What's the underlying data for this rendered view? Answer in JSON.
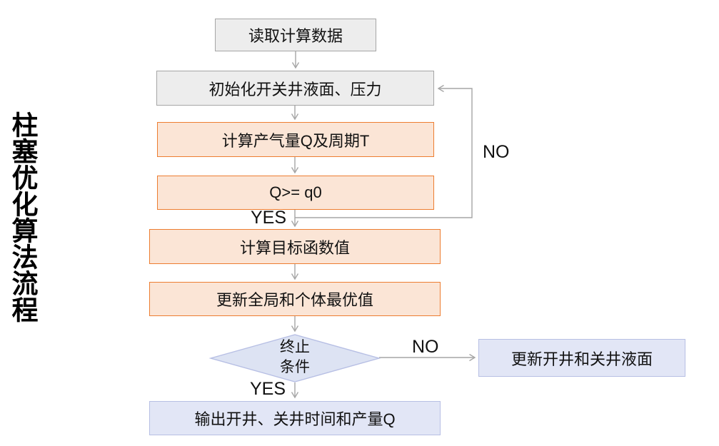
{
  "diagram_title": "柱塞优化算法流程",
  "nodes": {
    "read_data": {
      "label": "读取计算数据"
    },
    "init": {
      "label": "初始化开关井液面、压力"
    },
    "compute_q": {
      "label": "计算产气量Q及周期T"
    },
    "condition_q": {
      "label": "Q>= q0"
    },
    "objective": {
      "label": "计算目标函数值"
    },
    "update_best": {
      "label": "更新全局和个体最优值"
    },
    "terminate": {
      "line1": "终止",
      "line2": "条件"
    },
    "update_level": {
      "label": "更新开井和关井液面"
    },
    "output": {
      "label": "输出开井、关井时间和产量Q"
    }
  },
  "branch_labels": {
    "q_yes": "YES",
    "q_no": "NO",
    "terminate_yes": "YES",
    "terminate_no": "NO"
  },
  "colors": {
    "gray_fill": "#ededed",
    "gray_border": "#a6a6a6",
    "orange_fill": "#fbe5d6",
    "orange_border": "#ed7d31",
    "lavender_fill": "#e2e6f6",
    "lavender_border": "#b7bfe4",
    "diamond_fill": "#dde3f3",
    "connector": "#a6a6a6",
    "text": "#111111"
  }
}
